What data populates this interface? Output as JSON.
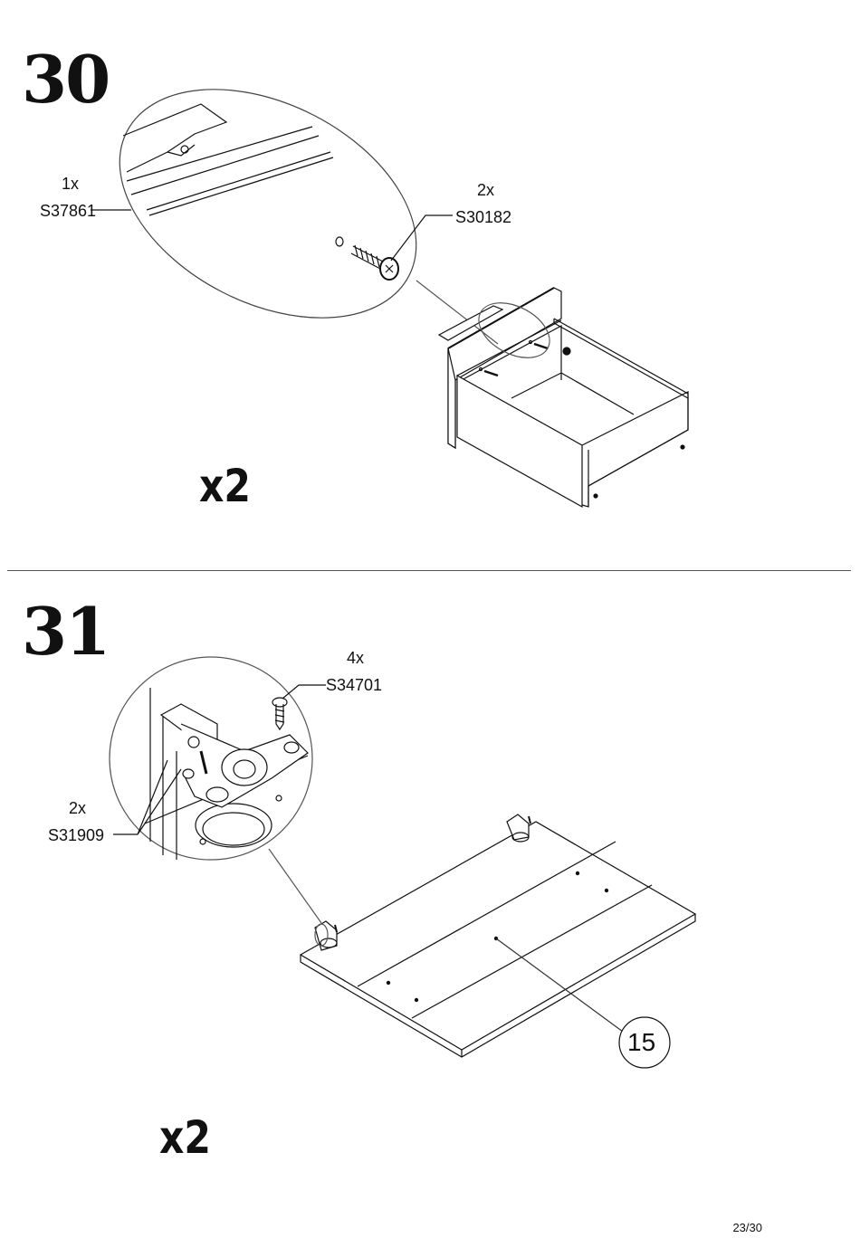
{
  "steps": [
    {
      "number": "30",
      "parts": [
        {
          "qty": "1x",
          "code": "S37861"
        },
        {
          "qty": "2x",
          "code": "S30182"
        }
      ],
      "multiplier": "x2"
    },
    {
      "number": "31",
      "parts": [
        {
          "qty": "4x",
          "code": "S34701"
        },
        {
          "qty": "2x",
          "code": "S31909"
        }
      ],
      "part_ref": "15",
      "multiplier": "x2"
    }
  ],
  "page": "23/30"
}
